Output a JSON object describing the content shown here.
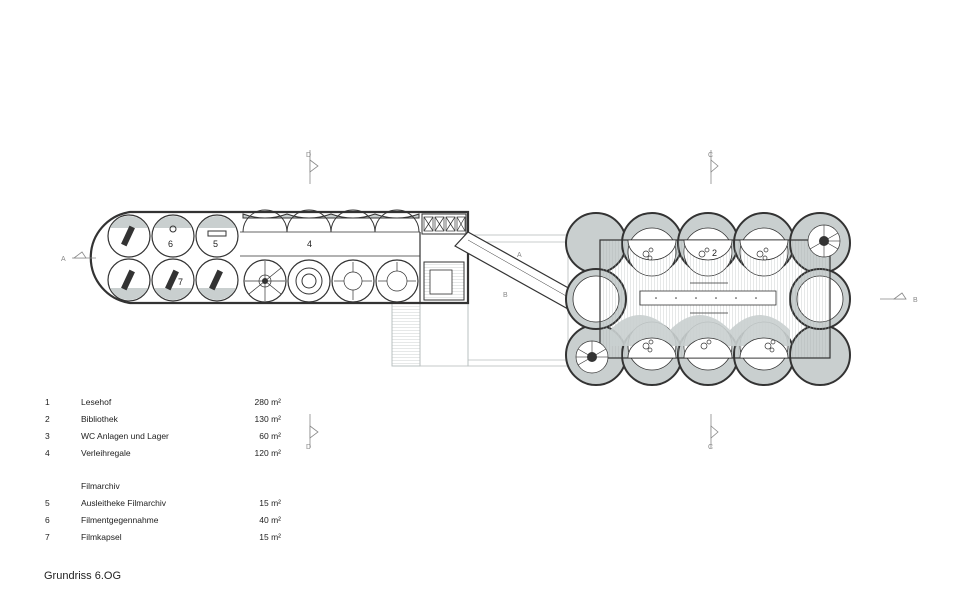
{
  "legend": [
    {
      "num": "1",
      "name": "Lesehof",
      "area": "280 m²"
    },
    {
      "num": "2",
      "name": "Bibliothek",
      "area": "130 m²"
    },
    {
      "num": "3",
      "name": "WC Anlagen und Lager",
      "area": "60 m²"
    },
    {
      "num": "4",
      "name": "Verleihregale",
      "area": "120 m²"
    }
  ],
  "legend_group_title": "Filmarchiv",
  "legend_group": [
    {
      "num": "5",
      "name": "Ausleitheke Filmarchiv",
      "area": "15 m²"
    },
    {
      "num": "6",
      "name": "Filmentgegennahme",
      "area": "40 m²"
    },
    {
      "num": "7",
      "name": "Filmkapsel",
      "area": "15 m²"
    }
  ],
  "caption": "Grundriss 6.OG",
  "plan_labels": {
    "room_2": "2",
    "room_4": "4",
    "room_5": "5",
    "room_6": "6",
    "room_7": "7",
    "section_a_left": "A",
    "section_a_right": "A",
    "section_b_left": "B",
    "section_b_right": "B",
    "section_c_top": "C",
    "section_c_bottom": "C",
    "section_d_top": "D",
    "section_d_bottom": "D"
  },
  "colors": {
    "wall": "#333333",
    "fill_grey": "#c9cfcf",
    "hatch": "#9aa3a3",
    "faint_line": "#b7bdbd"
  }
}
